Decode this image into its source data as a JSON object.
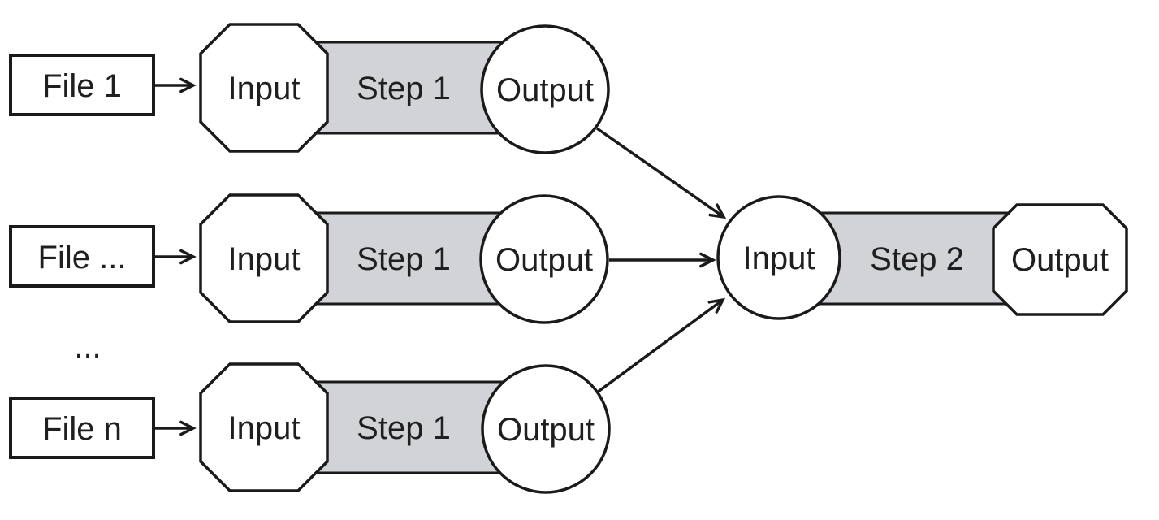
{
  "diagram": {
    "colors": {
      "background": "#ffffff",
      "shape_fill": "#ffffff",
      "step_fill": "#d1d3d6",
      "stroke": "#1a1a1a",
      "text": "#1f1f1f"
    },
    "rows": [
      {
        "file": "File 1",
        "input": "Input",
        "step": "Step 1",
        "output": "Output"
      },
      {
        "file": "File ...",
        "input": "Input",
        "step": "Step 1",
        "output": "Output"
      },
      {
        "file": "File n",
        "input": "Input",
        "step": "Step 1",
        "output": "Output"
      }
    ],
    "ellipsis": "...",
    "stage2": {
      "input": "Input",
      "step": "Step 2",
      "output": "Output"
    }
  }
}
